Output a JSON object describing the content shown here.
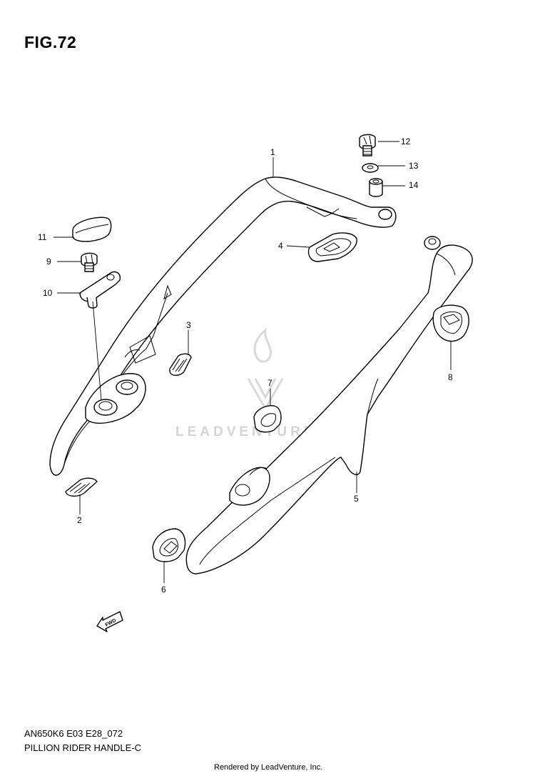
{
  "figure": {
    "title": "FIG.72",
    "code": "AN650K6 E03 E28_072",
    "name": "PILLION RIDER HANDLE-C"
  },
  "watermark": {
    "text": "LEADVENTURE"
  },
  "footer": {
    "rendered_by": "Rendered by LeadVenture, Inc."
  },
  "callouts": {
    "c1": "1",
    "c2": "2",
    "c3": "3",
    "c4": "4",
    "c5": "5",
    "c6": "6",
    "c7": "7",
    "c8": "8",
    "c9": "9",
    "c10": "10",
    "c11": "11",
    "c12": "12",
    "c13": "13",
    "c14": "14"
  },
  "fwd_arrow": {
    "text": "FWD"
  }
}
